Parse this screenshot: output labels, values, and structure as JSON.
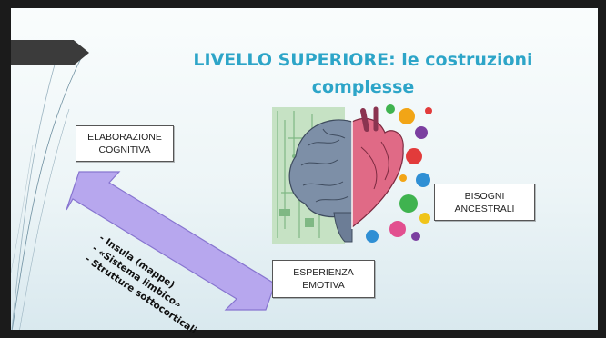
{
  "slide": {
    "title": "LIVELLO SUPERIORE: le costruzioni complesse",
    "accent_color": "#2da5c8"
  },
  "callouts": {
    "elaborazione": "ELABORAZIONE\nCOGNITIVA",
    "bisogni": "BISOGNI\nANCESTRALI",
    "esperienza": "ESPERIENZA\nEMOTIVA"
  },
  "arrow": {
    "color": "#b7a7ee",
    "lines": [
      "Insula (mappe)",
      "«Sistema limbico»",
      "Strutture sottocorticali"
    ],
    "bullet": "-"
  },
  "illustration": {
    "icon": "brain-heart-icon",
    "left_color": "#7d8fa7",
    "right_color": "#e06a86"
  }
}
